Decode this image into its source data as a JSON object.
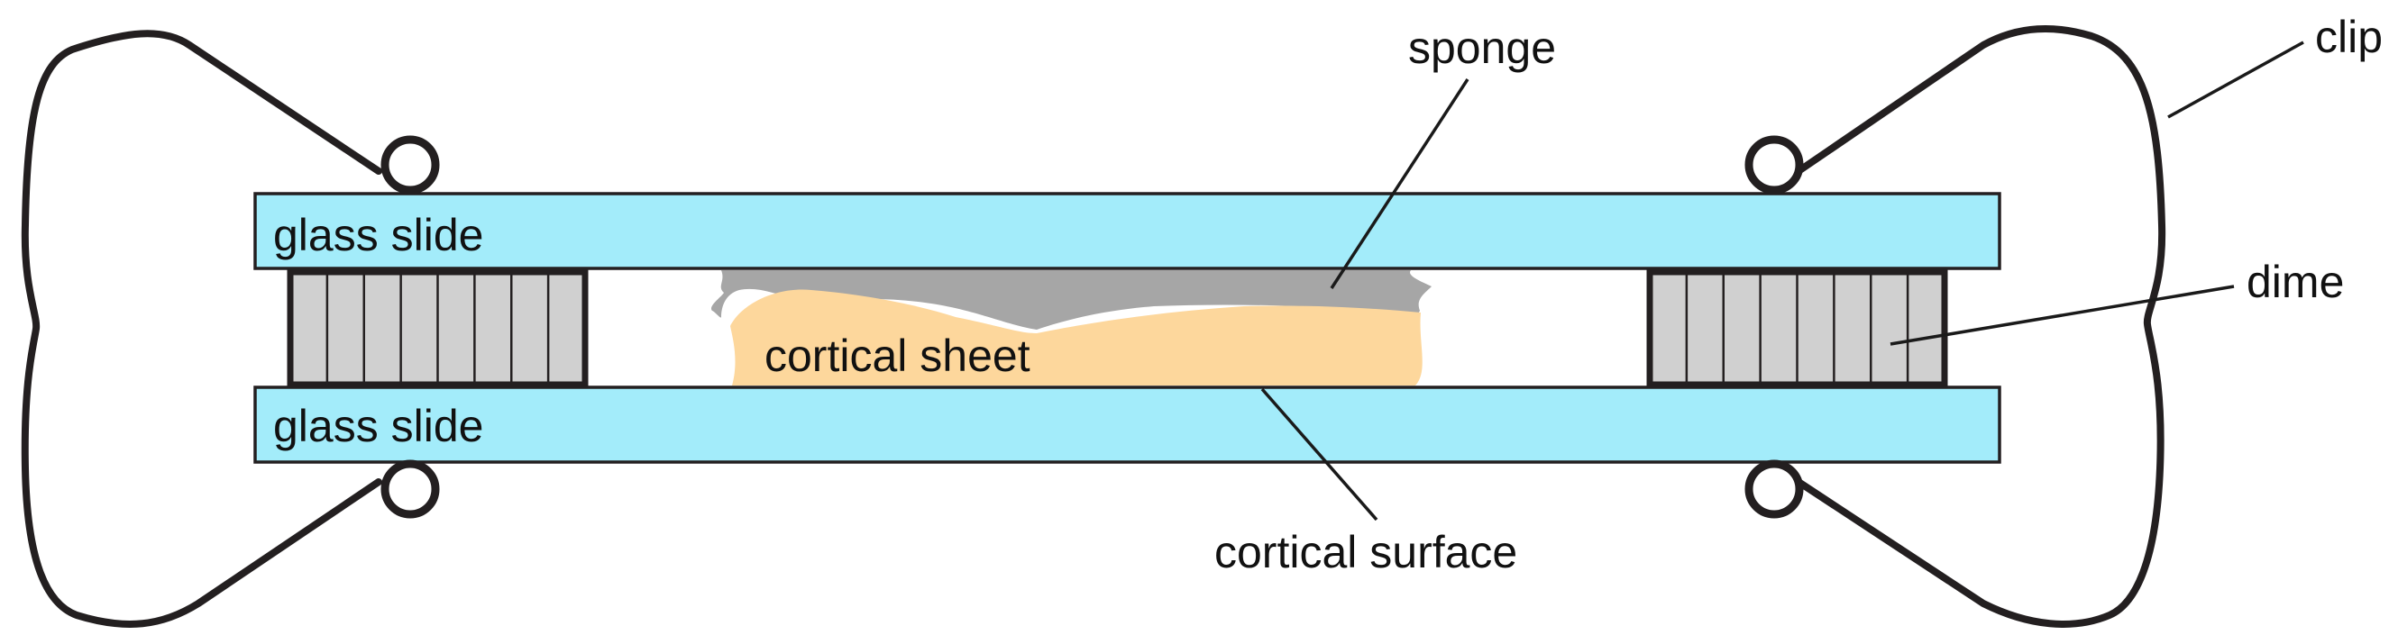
{
  "labels": {
    "clip": "clip",
    "sponge": "sponge",
    "dime": "dime",
    "top_slide": "glass slide",
    "bottom_slide": "glass slide",
    "cortical_sheet": "cortical sheet",
    "cortical_surface": "cortical surface"
  },
  "colors": {
    "glass": "#a3ecfa",
    "dime": "#d0d0d0",
    "sponge": "#a6a6a6",
    "cortical_sheet": "#fdd79c",
    "outline": "#231f20"
  },
  "dime": {
    "segments": 8
  }
}
